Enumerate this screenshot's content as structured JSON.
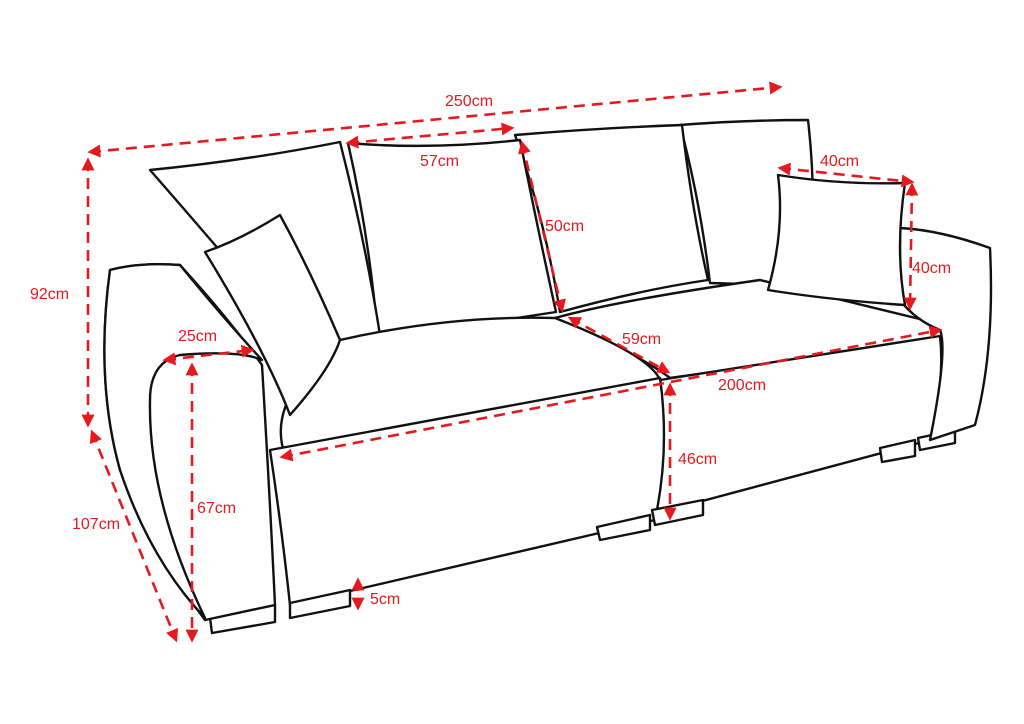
{
  "colors": {
    "dimension": "#e5191e",
    "outline": "#111111"
  },
  "dimensions": {
    "total_width": "250cm",
    "back_cushion_width": "57cm",
    "back_cushion_height": "50cm",
    "small_pillow_width": "40cm",
    "small_pillow_height": "40cm",
    "total_height": "92cm",
    "armrest_width": "25cm",
    "seat_depth": "59cm",
    "seat_width": "200cm",
    "seat_height": "46cm",
    "armrest_height": "67cm",
    "total_depth": "107cm",
    "leg_height": "5cm"
  }
}
